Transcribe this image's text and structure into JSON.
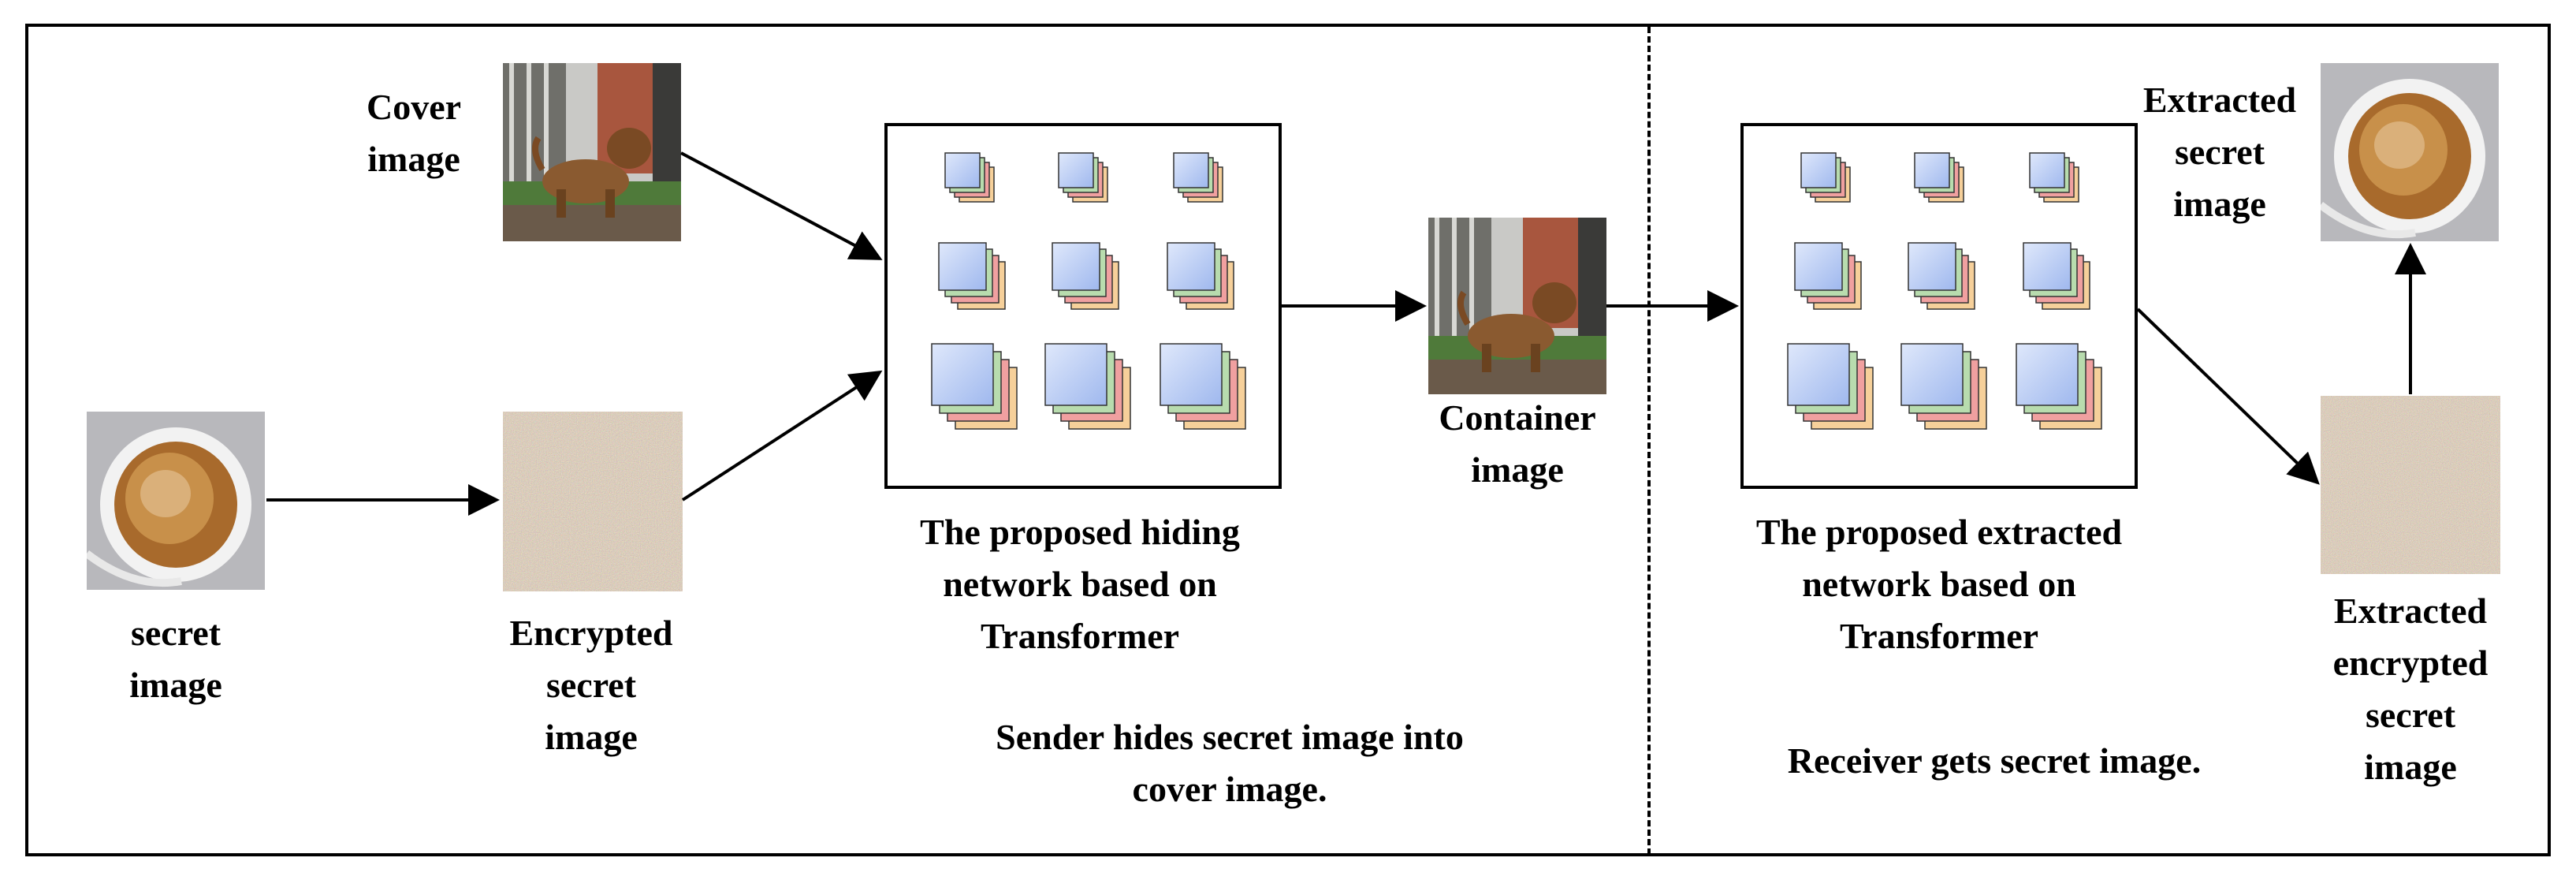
{
  "labels": {
    "cover": "Cover\nimage",
    "secret": "secret\nimage",
    "encrypted": "Encrypted\nsecret\nimage",
    "hiding_network": "The proposed hiding\nnetwork based on\nTransformer",
    "sender": "Sender hides secret image into\ncover image.",
    "container": "Container\nimage",
    "extracted_network": "The proposed extracted\nnetwork based on\nTransformer",
    "receiver": "Receiver gets secret image.",
    "extracted_secret": "Extracted\nsecret\nimage",
    "extracted_encrypted": "Extracted\nencrypted\nsecret\nimage"
  },
  "colors": {
    "blue": "#9fb8ee",
    "green": "#b8dcae",
    "red": "#f0a0a0",
    "orange": "#f6d09a",
    "line": "#000000"
  },
  "icons": {
    "network_block": "stacked-feature-maps-icon",
    "dog_photo": "dog-photo",
    "coffee_photo": "coffee-cup-photo",
    "noise_photo": "noise-texture"
  }
}
